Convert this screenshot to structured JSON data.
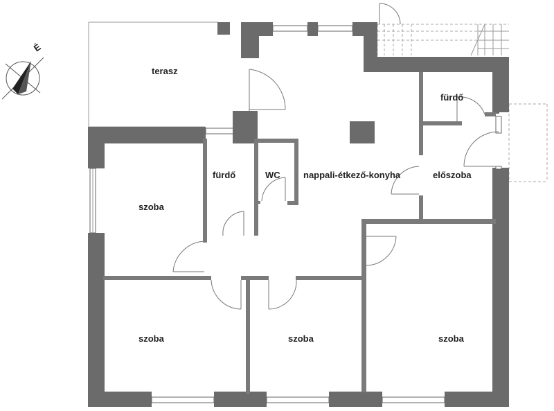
{
  "rooms": {
    "terrace": "terasz",
    "bath_left": "fürdő",
    "wc": "WC",
    "living": "nappali-étkező-konyha",
    "bath_right": "fürdő",
    "hall": "előszoba",
    "room_west": "szoba",
    "room_sw": "szoba",
    "room_s": "szoba",
    "room_se": "szoba"
  },
  "compass": {
    "label": "É"
  },
  "colors": {
    "wall": "#6b6b6b",
    "background": "#ffffff"
  }
}
